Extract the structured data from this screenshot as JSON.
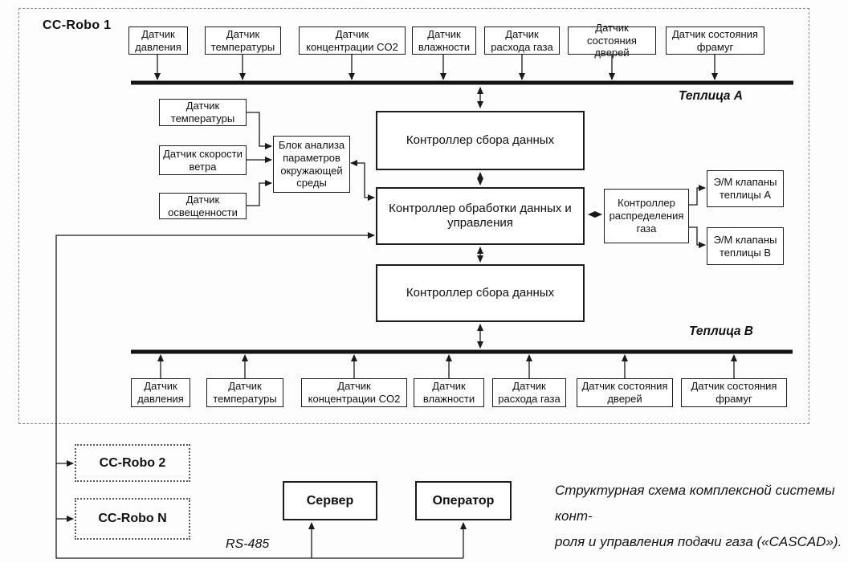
{
  "diagram": {
    "unit_label": "CC-Robo 1",
    "greenhouse_a": "Теплица А",
    "greenhouse_b": "Теплица В",
    "sensors_top": [
      "Датчик давления",
      "Датчик температуры",
      "Датчик концентрации CO2",
      "Датчик влажности",
      "Датчик расхода газа",
      "Датчик состояния дверей",
      "Датчик состояния фрамуг"
    ],
    "sensors_bottom": [
      "Датчик давления",
      "Датчик температуры",
      "Датчик концентрации CO2",
      "Датчик влажности",
      "Датчик расхода газа",
      "Датчик состояния дверей",
      "Датчик состояния фрамуг"
    ],
    "env_sensors": [
      "Датчик температуры",
      "Датчик скорости ветра",
      "Датчик освещенности"
    ],
    "analysis_block": "Блок анализа параметров окружающей среды",
    "daq_controller_a": "Контроллер сбора данных",
    "main_controller": "Контроллер обработки данных и управления",
    "daq_controller_b": "Контроллер сбора данных",
    "gas_controller": "Контроллер распределения газа",
    "valves_a": "Э/М клапаны теплицы А",
    "valves_b": "Э/М клапаны теплицы В",
    "unit_2": "CC-Robo 2",
    "unit_n": "CC-Robo N",
    "server": "Сервер",
    "operator": "Оператор",
    "bus_label": "RS-485",
    "caption": {
      "line1": "Структурная схема комплексной системы конт-",
      "line2": "роля и управления подачи газа («CASCAD»)."
    },
    "colors": {
      "line": "#1a1a1a",
      "border": "#1c1c1c",
      "dashed_border": "#8a8a8a",
      "background": "#fdfdfd"
    }
  }
}
